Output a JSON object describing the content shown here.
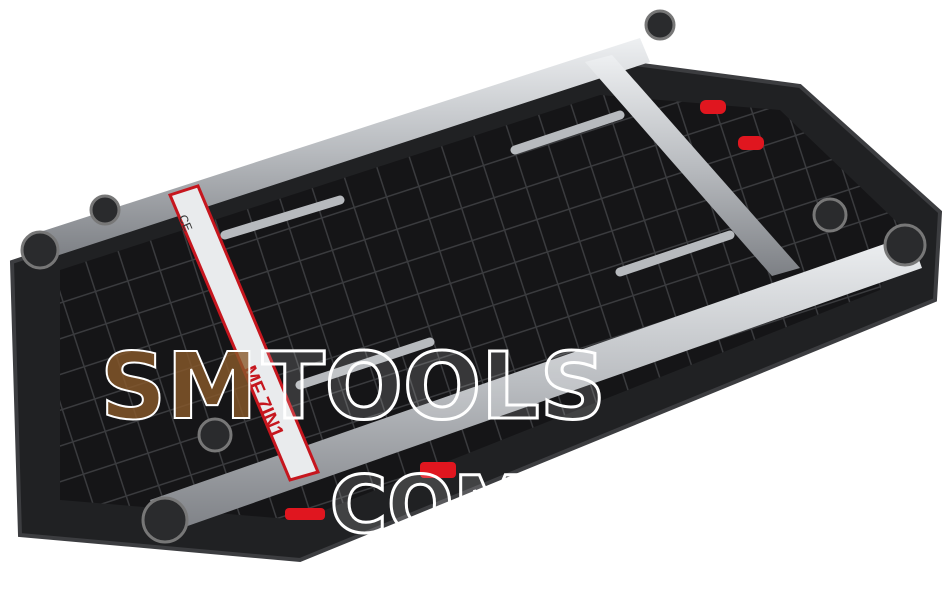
{
  "product": {
    "label_model": "MF 7IN1",
    "label_mark": "CE"
  },
  "watermark": {
    "brand": "SM",
    "word": "TOOLS",
    "domain": "COM.UA"
  },
  "colors": {
    "body": "#1c1c1e",
    "aluminum": "#c9ccd0",
    "accent_red": "#e0161f",
    "watermark_brown": "#8a5a2b"
  }
}
